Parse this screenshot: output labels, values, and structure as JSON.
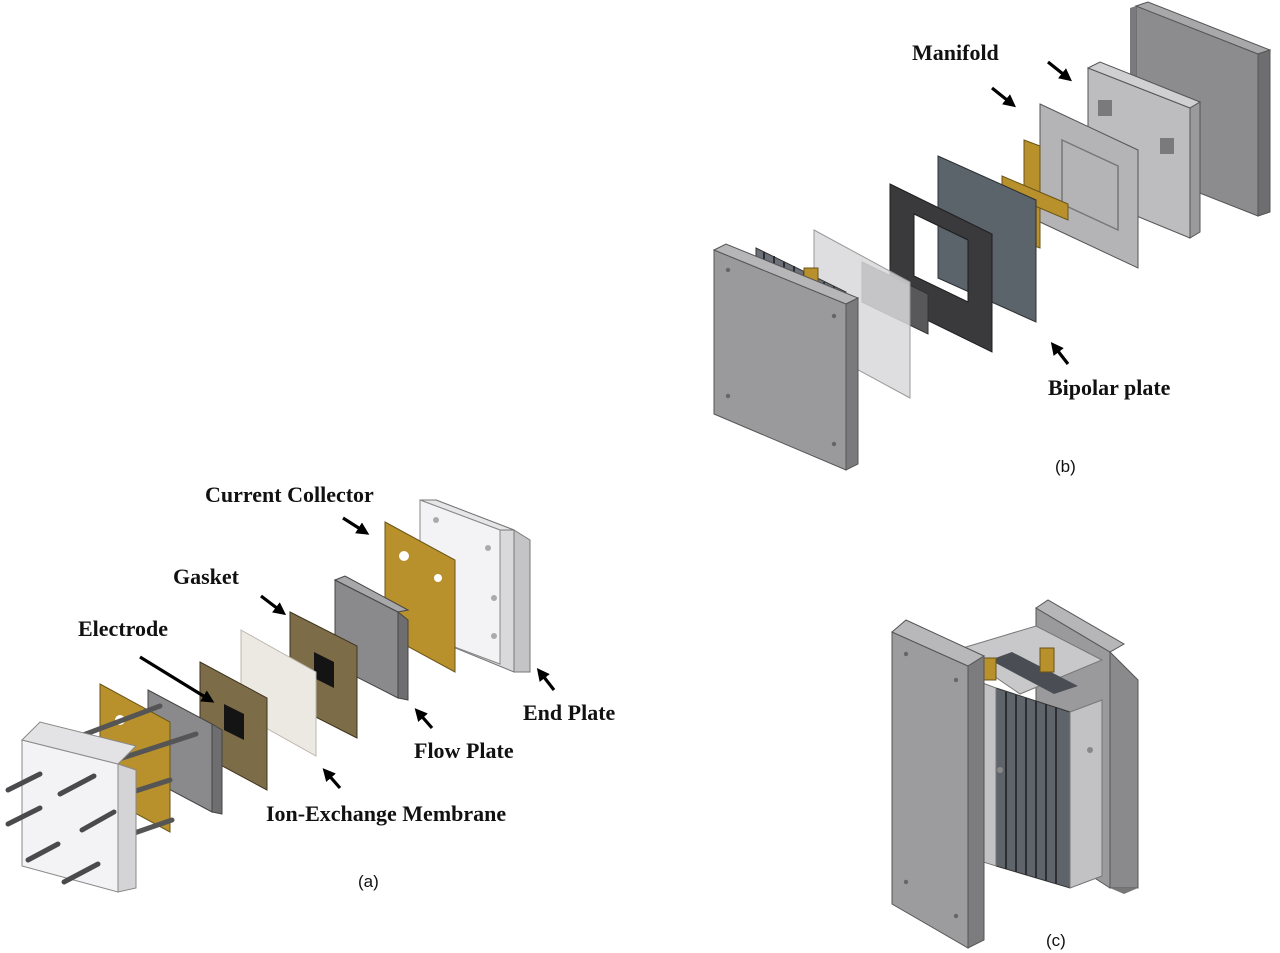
{
  "panels": {
    "a": {
      "caption": "(a)",
      "labels": {
        "current_collector": "Current Collector",
        "gasket": "Gasket",
        "electrode": "Electrode",
        "end_plate": "End Plate",
        "flow_plate": "Flow Plate",
        "membrane": "Ion-Exchange Membrane"
      }
    },
    "b": {
      "caption": "(b)",
      "labels": {
        "manifold": "Manifold",
        "bipolar_plate": "Bipolar plate"
      }
    },
    "c": {
      "caption": "(c)"
    }
  },
  "colors": {
    "end_plate_white": "#eeeeef",
    "current_collector_gold": "#b8902c",
    "flow_plate_gray": "#8a8a8c",
    "gasket_olive": "#7d6c48",
    "membrane": "#ece8e2",
    "steel_gray": "#9a9a9c",
    "dark_frame": "#3a3a3c",
    "bipolar_blue_gray": "#5b636b"
  }
}
